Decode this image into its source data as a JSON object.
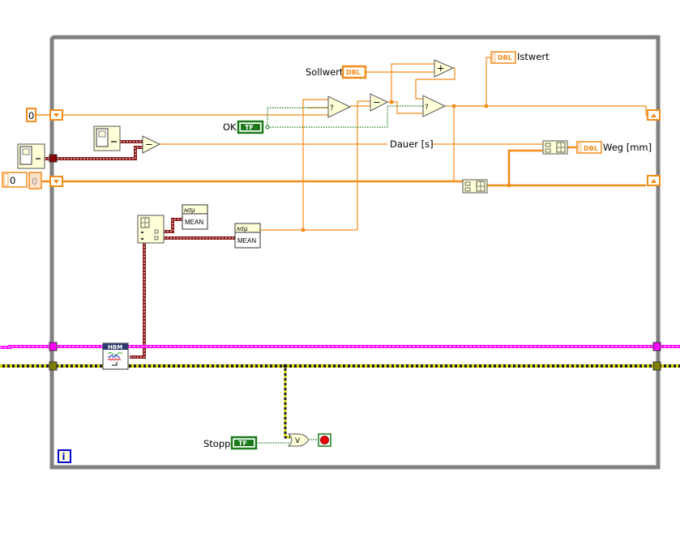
{
  "diagram": {
    "type": "LabVIEW block diagram",
    "structure": "while-loop",
    "colors": {
      "loop_border": "#808080",
      "numeric_wire": "#f28c1a",
      "boolean_wire": "#1a7a1a",
      "cluster_wire": "#8b1a1a",
      "task_wire": "#ff00ff",
      "error_wire": "#b5b500",
      "node_fill": "#ffffd8"
    },
    "constants": [
      {
        "name": "init-constant",
        "value": "0"
      },
      {
        "name": "init-constant-2",
        "value": "0"
      }
    ],
    "controls": [
      {
        "name": "sollwert",
        "label": "Sollwert",
        "type": "DBL"
      },
      {
        "name": "ok",
        "label": "OK",
        "type": "TF"
      },
      {
        "name": "stopp",
        "label": "Stopp",
        "type": "TF"
      },
      {
        "name": "numeric-control",
        "value": "0"
      }
    ],
    "indicators": [
      {
        "name": "istwert",
        "label": "Istwert",
        "type": "DBL"
      },
      {
        "name": "weg",
        "label": "Weg [mm]",
        "type": "DBL"
      }
    ],
    "wire_labels": {
      "dauer": "Dauer [s]"
    },
    "nodes": {
      "mean1": {
        "label": "MEAN",
        "icon": "ʌσμ"
      },
      "mean2": {
        "label": "MEAN",
        "icon": "ʌσμ"
      },
      "hbm": {
        "label": "HBM"
      },
      "select1": {
        "glyph": "?"
      },
      "select2": {
        "glyph": "?"
      },
      "subtract1": {
        "glyph": "−"
      },
      "subtract2": {
        "glyph": "−"
      },
      "add": {
        "glyph": "+"
      },
      "or": {
        "glyph": "V"
      },
      "info": {
        "glyph": "i"
      }
    }
  }
}
